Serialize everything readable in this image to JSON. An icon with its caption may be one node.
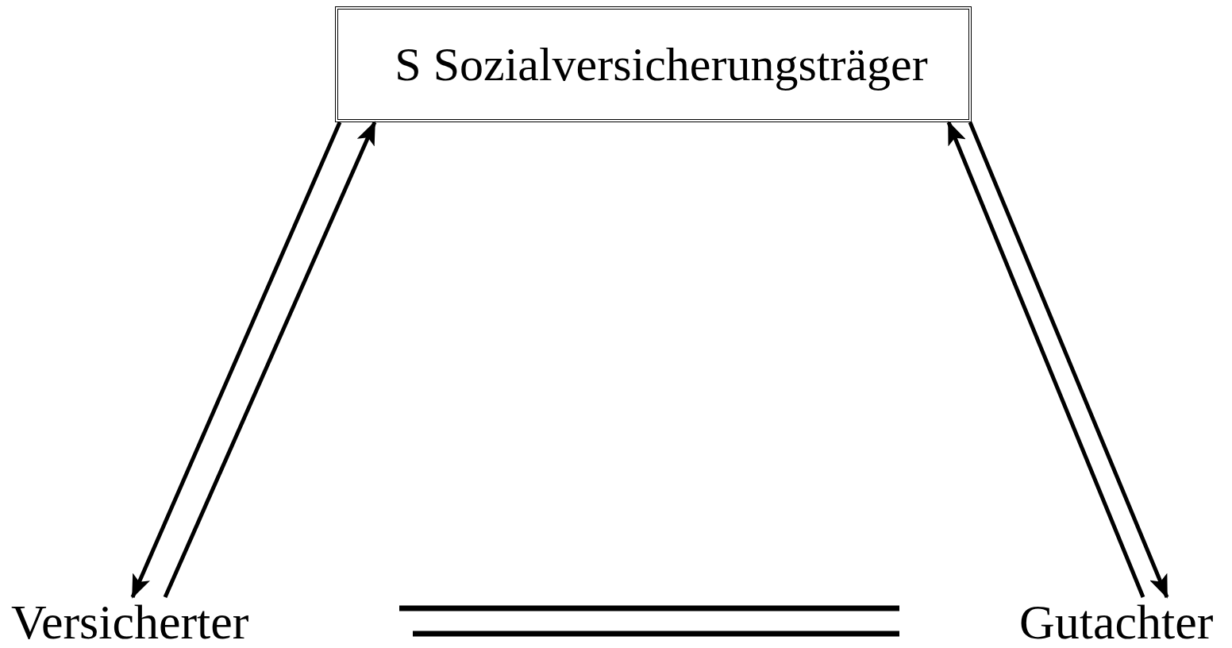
{
  "diagram": {
    "nodes": [
      {
        "text": [
          "S Sozialversicherungsträger"
        ]
      },
      {
        "text": [
          "Versicherter"
        ]
      },
      {
        "text": [
          "Gutachter"
        ]
      }
    ],
    "edges": [
      {
        "from": 0,
        "to": 1,
        "arrow": "to"
      },
      {
        "from": 1,
        "to": 0,
        "arrow": "to"
      },
      {
        "from": 2,
        "to": 0,
        "arrow": "to"
      },
      {
        "from": 0,
        "to": 2,
        "arrow": "to"
      }
    ]
  }
}
